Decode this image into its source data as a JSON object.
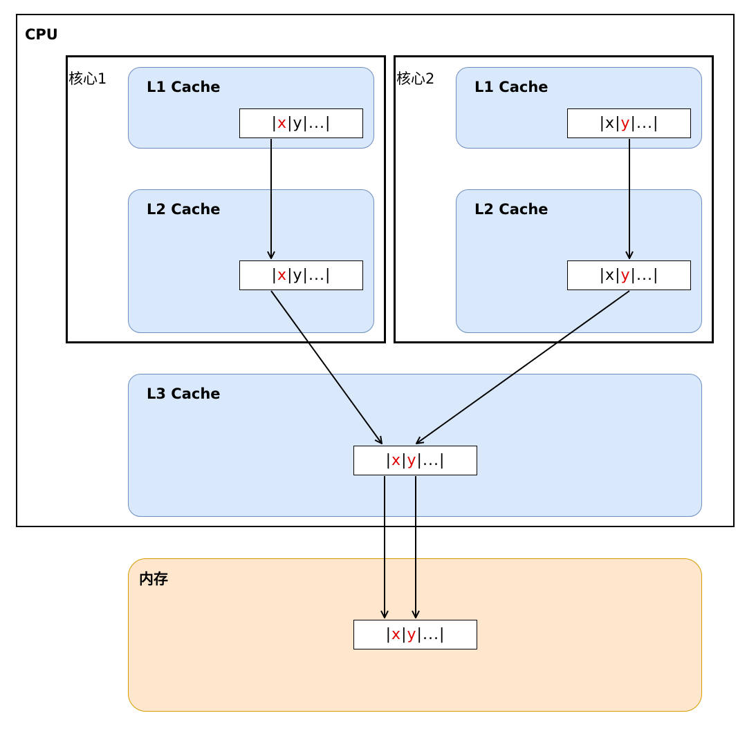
{
  "cpu": {
    "label": "CPU"
  },
  "core1": {
    "label": "核心1",
    "l1": {
      "label": "L1 Cache",
      "cell": {
        "sep": "|",
        "x": "x",
        "y": "y",
        "more": "..."
      }
    },
    "l2": {
      "label": "L2 Cache",
      "cell": {
        "sep": "|",
        "x": "x",
        "y": "y",
        "more": "..."
      }
    }
  },
  "core2": {
    "label": "核心2",
    "l1": {
      "label": "L1 Cache",
      "cell": {
        "sep": "|",
        "x": "x",
        "y": "y",
        "more": "..."
      }
    },
    "l2": {
      "label": "L2 Cache",
      "cell": {
        "sep": "|",
        "x": "x",
        "y": "y",
        "more": "..."
      }
    }
  },
  "l3": {
    "label": "L3 Cache",
    "cell": {
      "sep": "|",
      "x": "x",
      "y": "y",
      "more": "..."
    }
  },
  "memory": {
    "label": "内存",
    "cell": {
      "sep": "|",
      "x": "x",
      "y": "y",
      "more": "..."
    }
  },
  "colors": {
    "highlight": "#e10000",
    "cache_fill": "#dae8fc",
    "cache_stroke": "#6c8ebf",
    "memory_fill": "#ffe6cc",
    "memory_stroke": "#d79b00"
  }
}
